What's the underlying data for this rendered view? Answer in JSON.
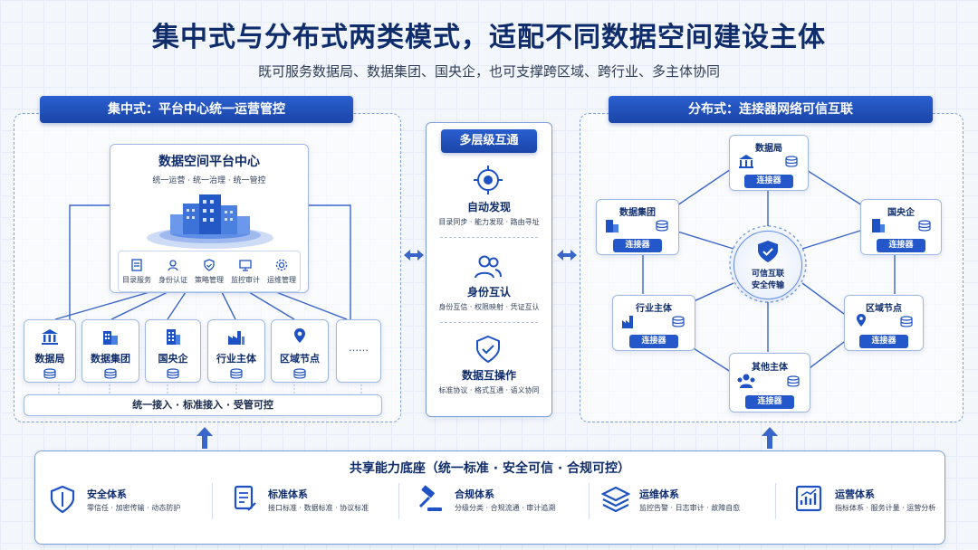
{
  "header": {
    "title": "集中式与分布式两类模式，适配不同数据空间建设主体",
    "subtitle": "既可服务数据局、数据集团、国央企，也可支撑跨区域、跨行业、多主体协同"
  },
  "centralized": {
    "tag": "集中式：平台中心统一运营管控",
    "platform_title": "数据空间平台中心",
    "platform_sub": "统一运营 · 统一治理 · 统一管控",
    "services": [
      "目录服务",
      "身份认证",
      "策略管理",
      "监控审计",
      "运维管理"
    ],
    "nodes": [
      "数据局",
      "数据集团",
      "国央企",
      "行业主体",
      "区域节点",
      "……"
    ],
    "bottom_bar": "统一接入 · 标准接入 · 受管可控"
  },
  "middle": {
    "tag": "多层级互通",
    "items": [
      {
        "title": "自动发现",
        "desc": "目录同步 · 能力发现 · 路由寻址"
      },
      {
        "title": "身份互认",
        "desc": "身份互信 · 权限映射 · 凭证互认"
      },
      {
        "title": "数据互操作",
        "desc": "标准协议 · 格式互通 · 语义协同"
      }
    ]
  },
  "distributed": {
    "tag": "分布式：连接器网络可信互联",
    "center": [
      "可信互联",
      "安全传输"
    ],
    "connector_label": "连接器",
    "nodes": [
      "数据局",
      "国央企",
      "区域节点",
      "其他主体",
      "行业主体",
      "数据集团"
    ]
  },
  "foundation": {
    "title": "共享能力底座（统一标准 · 安全可信 · 合规可控）",
    "items": [
      {
        "title": "安全体系",
        "desc": "零信任 · 加密传输 · 动态防护",
        "icon": "shield-icon"
      },
      {
        "title": "标准体系",
        "desc": "接口标准 · 数据标准 · 协议标准",
        "icon": "document-icon"
      },
      {
        "title": "合规体系",
        "desc": "分级分类 · 合规流通 · 审计追溯",
        "icon": "gavel-icon"
      },
      {
        "title": "运维体系",
        "desc": "监控告警 · 日志审计 · 故障自愈",
        "icon": "layers-icon"
      },
      {
        "title": "运营体系",
        "desc": "指标体系 · 服务计量 · 运营分析",
        "icon": "chart-icon"
      }
    ]
  }
}
